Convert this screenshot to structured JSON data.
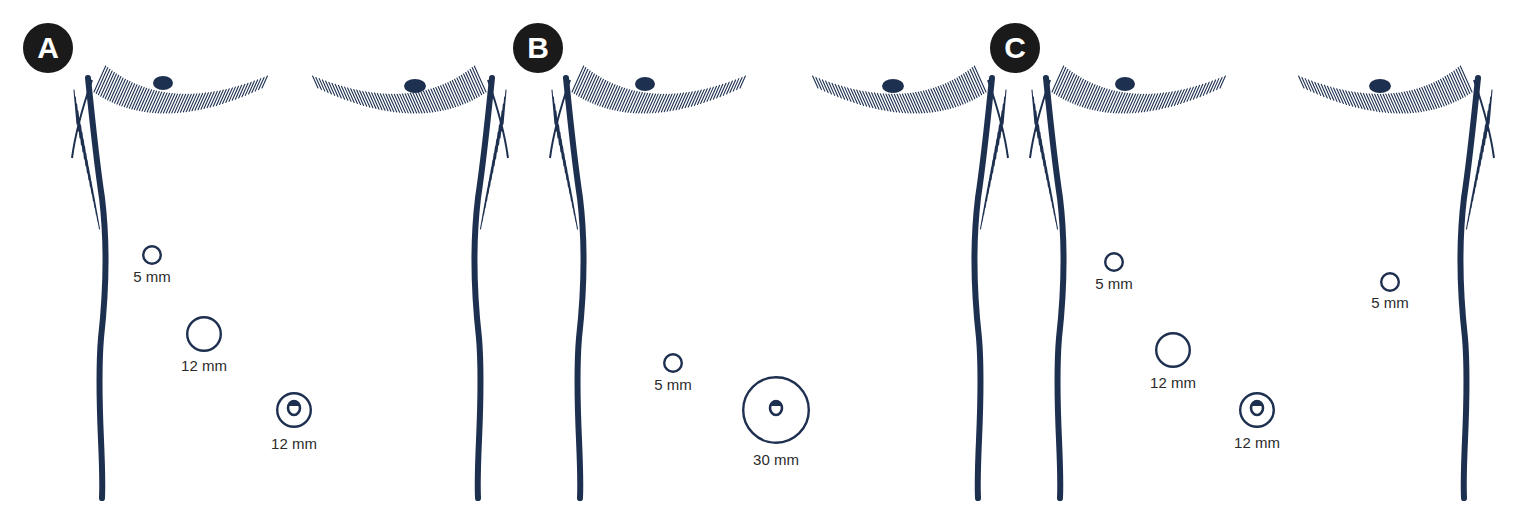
{
  "diagram": {
    "nodes": [
      {
        "text": [
          "A"
        ]
      },
      {
        "text": [
          "5 mm"
        ]
      },
      {
        "text": [
          "12 mm"
        ]
      },
      {
        "text": [
          "12 mm"
        ]
      },
      {
        "text": [
          "B"
        ]
      },
      {
        "text": [
          "5 mm"
        ]
      },
      {
        "text": [
          "30 mm"
        ]
      },
      {
        "text": [
          "C"
        ]
      },
      {
        "text": [
          "5 mm"
        ]
      },
      {
        "text": [
          "12 mm"
        ]
      },
      {
        "text": [
          "12 mm"
        ]
      },
      {
        "text": [
          "5 mm"
        ]
      }
    ]
  }
}
